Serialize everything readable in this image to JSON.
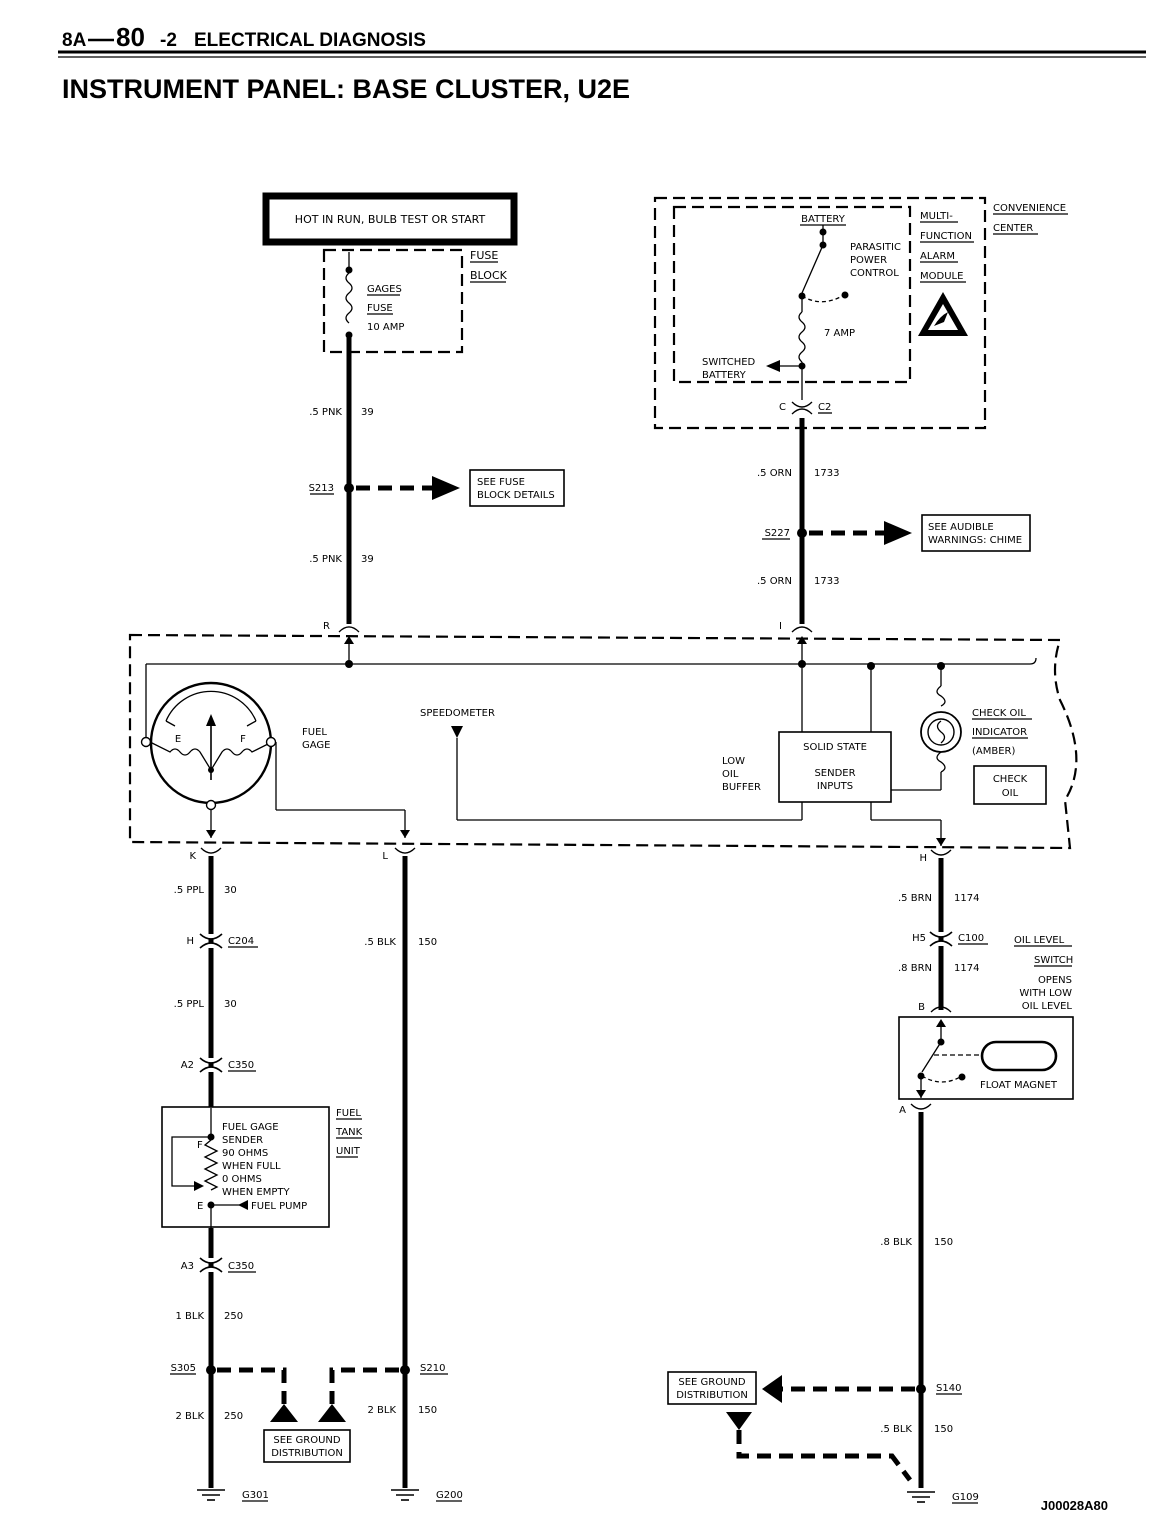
{
  "header": {
    "page_prefix": "8A",
    "page_num": "80",
    "page_suffix": "-2",
    "section": "ELECTRICAL DIAGNOSIS",
    "title": "INSTRUMENT PANEL: BASE CLUSTER, U2E"
  },
  "power": {
    "hot_label": "HOT IN RUN, BULB TEST OR START",
    "fuse_block": [
      "FUSE",
      "BLOCK"
    ],
    "fuse_name": [
      "GAGES",
      "FUSE",
      "10 AMP"
    ]
  },
  "convenience": {
    "center": [
      "CONVENIENCE",
      "CENTER"
    ],
    "module": [
      "MULTI-",
      "FUNCTION",
      "ALARM",
      "MODULE"
    ],
    "battery": "BATTERY",
    "parasitic": [
      "PARASITIC",
      "POWER",
      "CONTROL"
    ],
    "fuse": "7 AMP",
    "switched": [
      "SWITCHED",
      "BATTERY"
    ],
    "conn_pin": "C",
    "conn_name": "C2"
  },
  "wires": {
    "pnk_top": [
      ".5 PNK",
      "39"
    ],
    "pnk_bottom": [
      ".5 PNK",
      "39"
    ],
    "orn_top": [
      ".5 ORN",
      "1733"
    ],
    "orn_bottom": [
      ".5 ORN",
      "1733"
    ],
    "ppl_1": [
      ".5 PPL",
      "30"
    ],
    "ppl_2": [
      ".5 PPL",
      "30"
    ],
    "blk_150_l": [
      ".5 BLK",
      "150"
    ],
    "blk_250_1": [
      "1 BLK",
      "250"
    ],
    "blk_250_2": [
      "2 BLK",
      "250"
    ],
    "blk_150_2": [
      "2 BLK",
      "150"
    ],
    "brn_1": [
      ".5 BRN",
      "1174"
    ],
    "brn_2": [
      ".8 BRN",
      "1174"
    ],
    "blk_150_8": [
      ".8 BLK",
      "150"
    ],
    "blk_150_5": [
      ".5 BLK",
      "150"
    ]
  },
  "splices": {
    "s213": "S213",
    "s227": "S227",
    "s305": "S305",
    "s210": "S210",
    "s140": "S140"
  },
  "refs": {
    "fuse_block_details": [
      "SEE FUSE",
      "BLOCK DETAILS"
    ],
    "audible": [
      "SEE AUDIBLE",
      "WARNINGS: CHIME"
    ],
    "ground_left": [
      "SEE GROUND",
      "DISTRIBUTION"
    ],
    "ground_right": [
      "SEE GROUND",
      "DISTRIBUTION"
    ]
  },
  "cluster": {
    "pin_r": "R",
    "pin_i": "I",
    "pin_k": "K",
    "pin_l": "L",
    "pin_h": "H",
    "fuel_gage": [
      "FUEL",
      "GAGE"
    ],
    "gauge_e": "E",
    "gauge_f": "F",
    "speedometer": "SPEEDOMETER",
    "solid_state": "SOLID STATE",
    "sender_inputs": [
      "SENDER",
      "INPUTS"
    ],
    "low_oil_buffer": [
      "LOW",
      "OIL",
      "BUFFER"
    ],
    "check_oil_indicator": [
      "CHECK OIL",
      "INDICATOR",
      "(AMBER)"
    ],
    "check_oil_lamp": [
      "CHECK",
      "OIL"
    ]
  },
  "connectors": {
    "c204_pin": "H",
    "c204": "C204",
    "c350a_pin": "A2",
    "c350a": "C350",
    "c350b_pin": "A3",
    "c350b": "C350",
    "c100_pin": "H5",
    "c100": "C100"
  },
  "tank": {
    "unit": [
      "FUEL",
      "TANK",
      "UNIT"
    ],
    "sender": [
      "FUEL GAGE",
      "SENDER",
      "90 OHMS",
      "WHEN FULL",
      "0 OHMS",
      "WHEN EMPTY"
    ],
    "fuel_pump": "FUEL PUMP",
    "f": "F",
    "e": "E"
  },
  "oil_switch": {
    "title": [
      "OIL LEVEL",
      "SWITCH"
    ],
    "opens": [
      "OPENS",
      "WITH LOW",
      "OIL LEVEL"
    ],
    "pin_b": "B",
    "pin_a": "A",
    "float": "FLOAT MAGNET"
  },
  "grounds": {
    "g301": "G301",
    "g200": "G200",
    "g109": "G109"
  },
  "figure_id": "J00028A80"
}
